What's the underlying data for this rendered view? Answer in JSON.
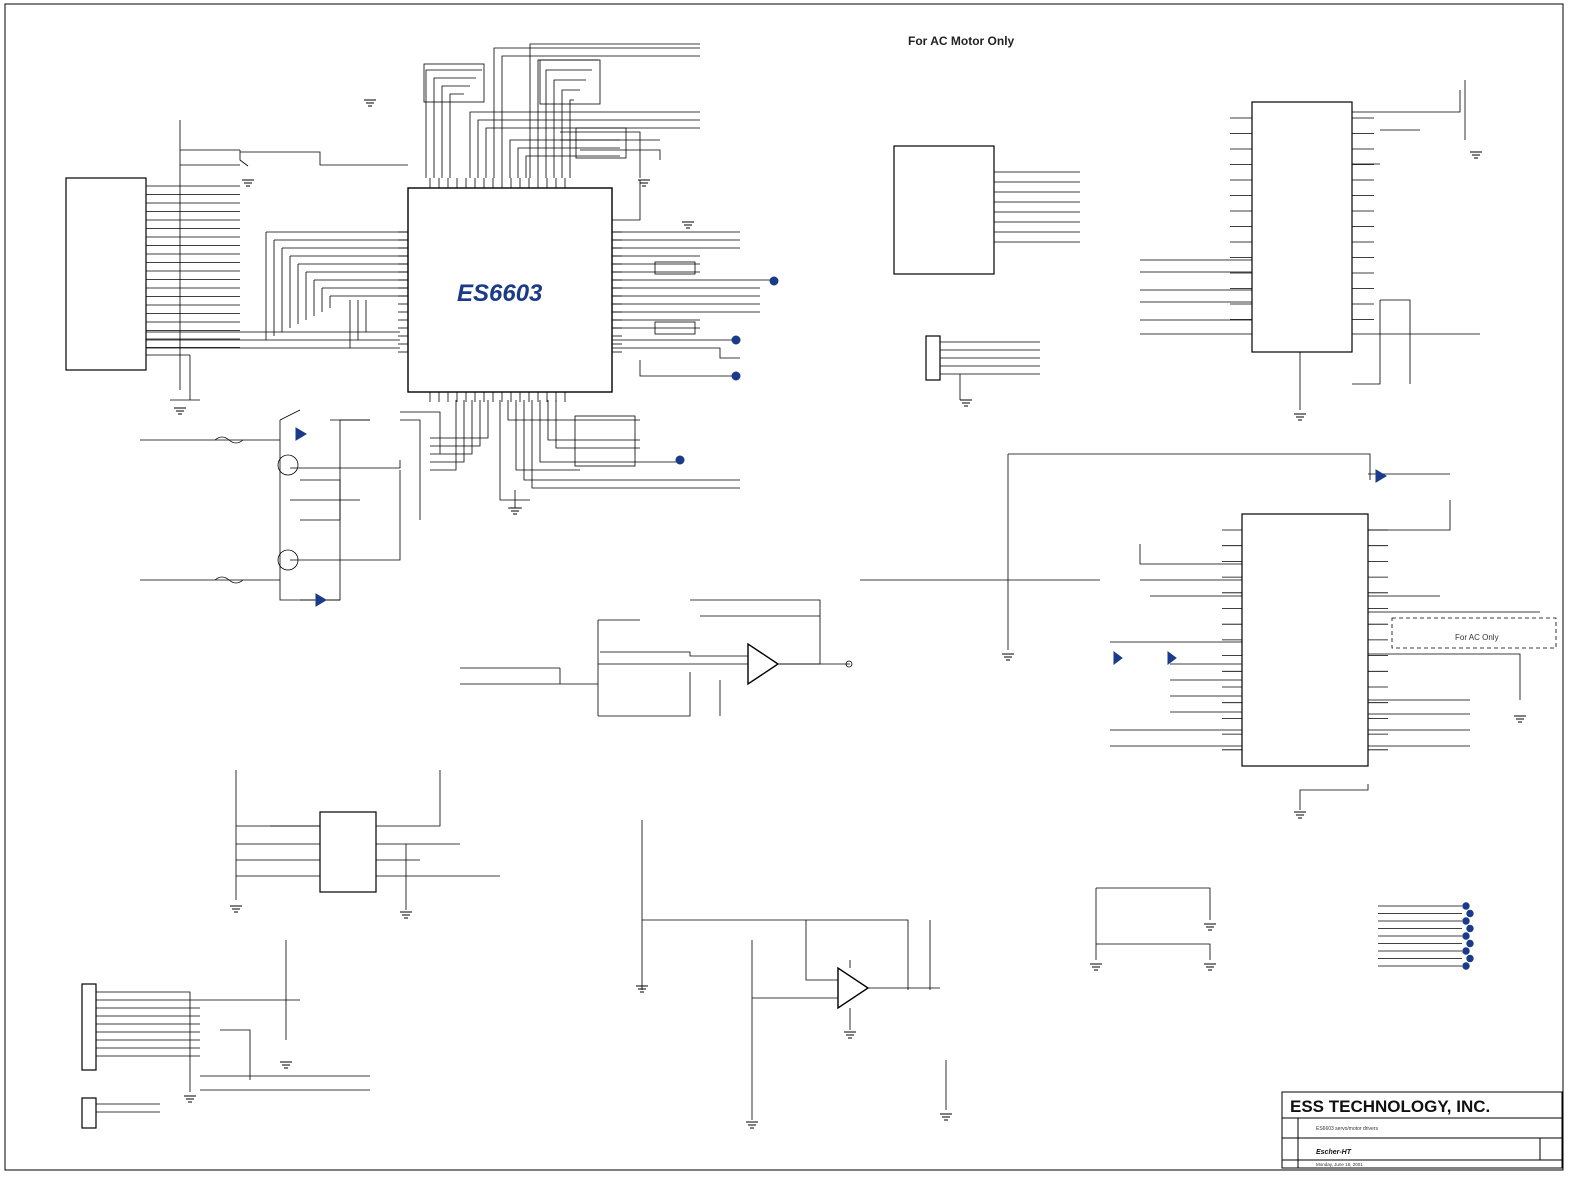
{
  "header_note": "For AC Motor Only",
  "ac_note": "For AC Only",
  "main_chip": {
    "name": "ES6603"
  },
  "title_block": {
    "company": "ESS TECHNOLOGY, INC.",
    "doc_title": "ES6603 servo/motor drivers",
    "doc_number": "Escher-HT",
    "date": "Monday, June 18, 2001"
  },
  "colors": {
    "wire": "#000000",
    "net_label": "#b2161b",
    "chip_text": "#1a3a8a",
    "background": "#ffffff"
  }
}
